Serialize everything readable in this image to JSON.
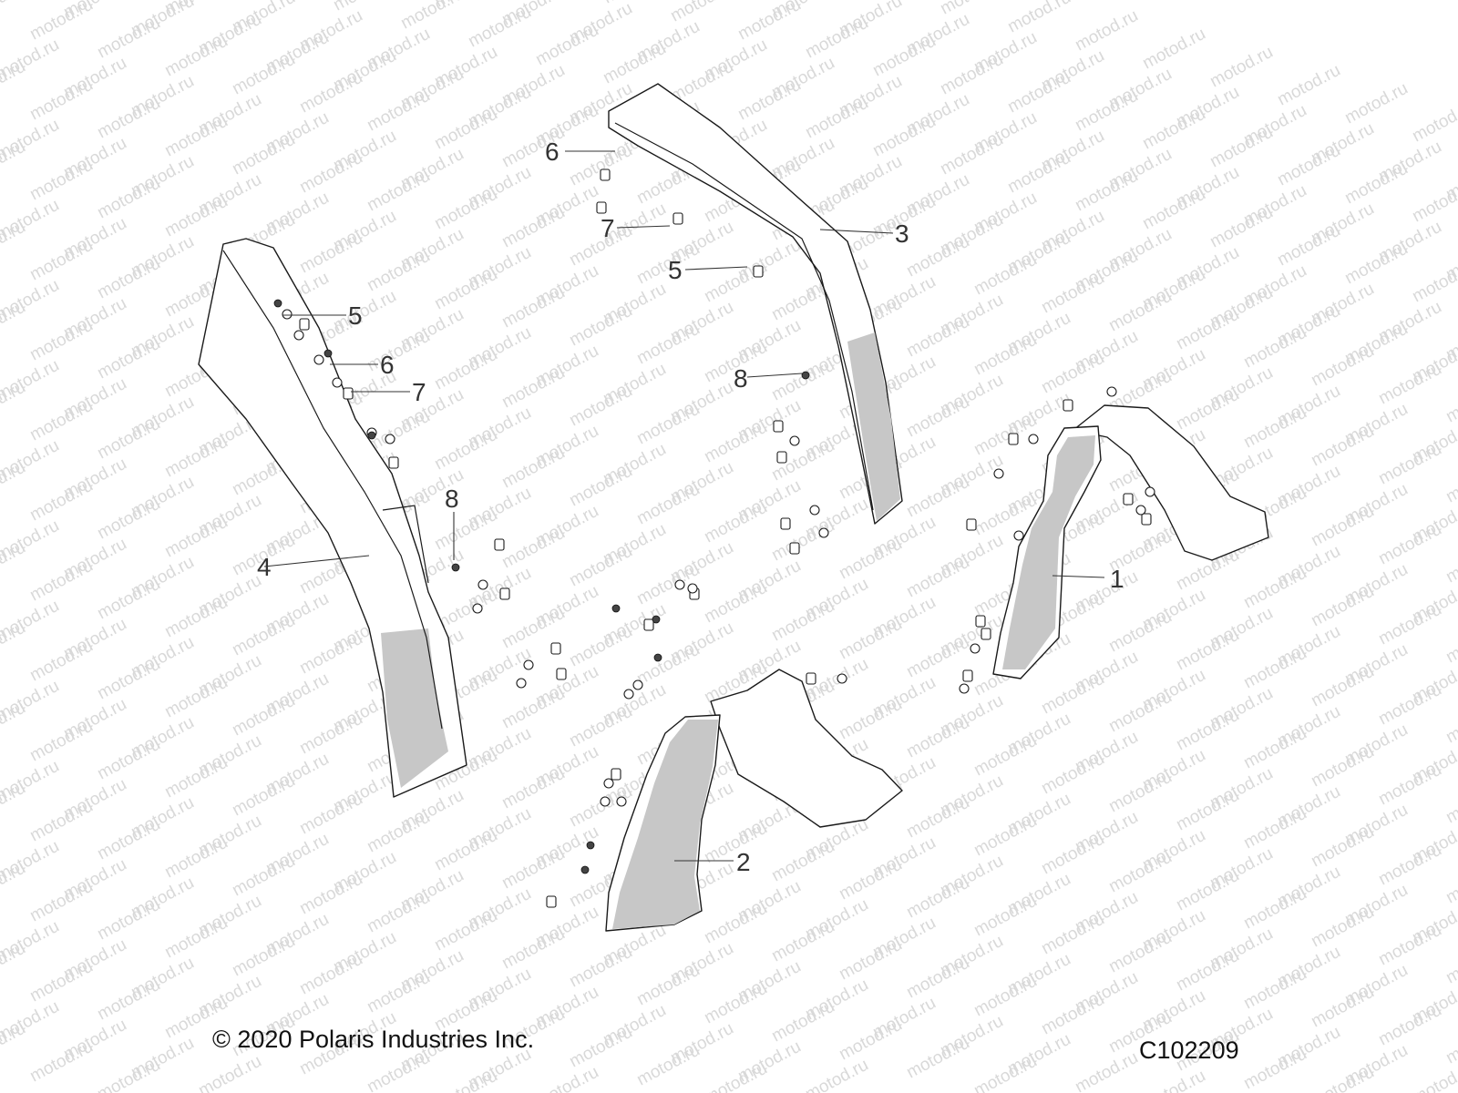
{
  "watermark": {
    "text": "motod.ru",
    "color": "#d9d9d9"
  },
  "copyright": "© 2020 Polaris Industries Inc.",
  "figure_id": "C102209",
  "callouts": [
    "1",
    "2",
    "3",
    "4",
    "5",
    "6",
    "7",
    "8",
    "5",
    "6",
    "7",
    "8"
  ],
  "parts": [
    "fender-1",
    "fender-2",
    "fender-3",
    "fender-4"
  ],
  "colors": {
    "line": "#1a1a1a",
    "shade": "#c7c7c7",
    "callout": "#333333"
  }
}
